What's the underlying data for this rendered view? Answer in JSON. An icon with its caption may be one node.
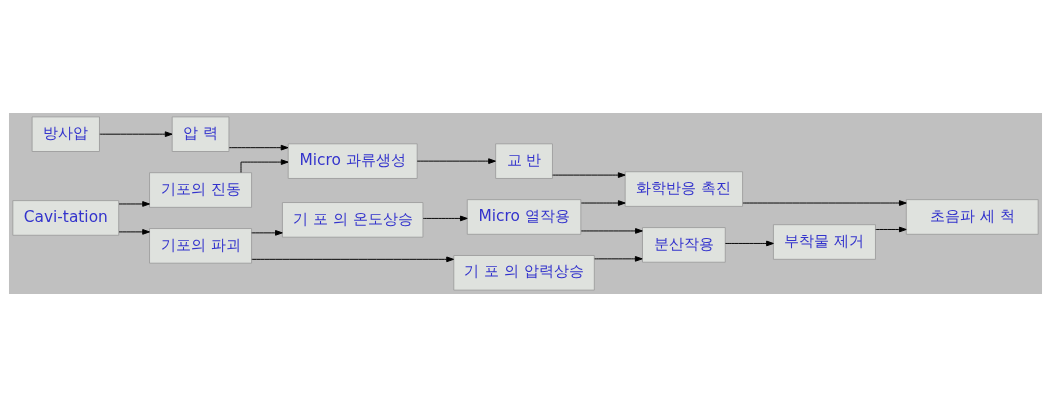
{
  "diagram": {
    "nodes": [
      {
        "text": [
          "방사압"
        ]
      },
      {
        "text": [
          "압 력"
        ]
      },
      {
        "text": [
          "Cavi-tation"
        ]
      },
      {
        "text": [
          "기포의 진동"
        ]
      },
      {
        "text": [
          "기포의 파괴"
        ]
      },
      {
        "text": [
          "Micro 과류생성"
        ]
      },
      {
        "text": [
          "기 포 의 압력상승"
        ]
      },
      {
        "text": [
          "기 포 의 온도상승"
        ]
      },
      {
        "text": [
          "교 반"
        ]
      },
      {
        "text": [
          "화학반응 촉진"
        ]
      },
      {
        "text": [
          "Micro 열작용"
        ]
      },
      {
        "text": [
          "분산작용"
        ]
      },
      {
        "text": [
          "초음파 세 척"
        ]
      },
      {
        "text": [
          "부착물 제거"
        ]
      }
    ],
    "edges": [
      {
        "from": 0,
        "to": 1,
        "arrow": "to"
      },
      {
        "from": 1,
        "to": 5,
        "arrow": "to"
      },
      {
        "from": 2,
        "to": 3,
        "arrow": "to"
      },
      {
        "from": 2,
        "to": 4,
        "arrow": "to"
      },
      {
        "from": 3,
        "to": 5,
        "arrow": "to"
      },
      {
        "from": 5,
        "to": 8,
        "arrow": "to"
      },
      {
        "from": 4,
        "to": 6,
        "arrow": "to"
      },
      {
        "from": 4,
        "to": 7,
        "arrow": "to"
      },
      {
        "from": 7,
        "to": 10,
        "arrow": "to"
      },
      {
        "from": 6,
        "to": 11,
        "arrow": "to"
      },
      {
        "from": 8,
        "to": 9,
        "arrow": "to"
      },
      {
        "from": 10,
        "to": 9,
        "arrow": "to"
      },
      {
        "from": 10,
        "to": 11,
        "arrow": "to"
      },
      {
        "from": 9,
        "to": 12,
        "arrow": "to"
      },
      {
        "from": 11,
        "to": 13,
        "arrow": "to"
      },
      {
        "from": 13,
        "to": 12,
        "arrow": "to"
      }
    ]
  }
}
